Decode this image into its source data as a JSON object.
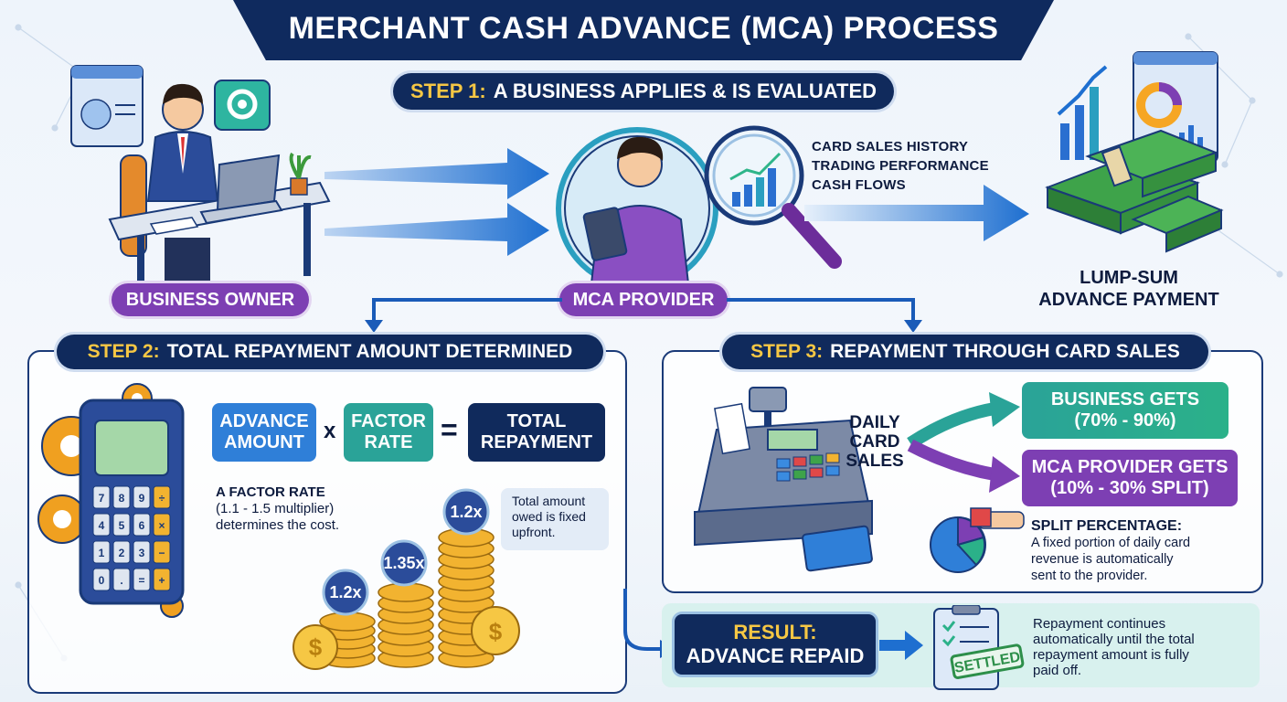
{
  "title": "MERCHANT CASH ADVANCE (MCA) PROCESS",
  "step1": {
    "label": "STEP 1:",
    "text": "A BUSINESS APPLIES & IS EVALUATED",
    "evaluation_items": [
      "CARD SALES HISTORY",
      "TRADING PERFORMANCE",
      "CASH FLOWS"
    ],
    "business_owner": "BUSINESS OWNER",
    "mca_provider": "MCA PROVIDER",
    "outcome_line1": "LUMP-SUM",
    "outcome_line2": "ADVANCE PAYMENT"
  },
  "step2": {
    "label": "STEP 2:",
    "text": "TOTAL REPAYMENT AMOUNT DETERMINED",
    "formula": {
      "term1_line1": "ADVANCE",
      "term1_line2": "AMOUNT",
      "op1": "x",
      "term2_line1": "FACTOR",
      "term2_line2": "RATE",
      "op2": "=",
      "result_line1": "TOTAL",
      "result_line2": "REPAYMENT"
    },
    "factor_note": [
      "A FACTOR RATE",
      "(1.1 - 1.5 multiplier)",
      "determines the cost."
    ],
    "fixed_note": [
      "Total amount",
      "owed is fixed",
      "upfront."
    ],
    "coin_stacks": [
      {
        "label": "1.2x"
      },
      {
        "label": "1.35x"
      },
      {
        "label": "1.2x"
      }
    ],
    "calculator_keys": [
      "7",
      "8",
      "9",
      "÷",
      "4",
      "5",
      "6",
      "×",
      "1",
      "2",
      "3",
      "−",
      "0",
      ".",
      "=",
      "+"
    ]
  },
  "step3": {
    "label": "STEP 3:",
    "text": "REPAYMENT THROUGH CARD SALES",
    "source_line1": "DAILY",
    "source_line2": "CARD",
    "source_line3": "SALES",
    "business_gets_line1": "BUSINESS GETS",
    "business_gets_line2": "(70% - 90%)",
    "provider_gets_line1": "MCA PROVIDER GETS",
    "provider_gets_line2": "(10% - 30% SPLIT)",
    "split_title": "SPLIT PERCENTAGE:",
    "split_desc": [
      "A fixed portion of daily card",
      "revenue is automatically",
      "sent to the provider."
    ]
  },
  "result": {
    "label": "RESULT:",
    "text": "ADVANCE REPAID",
    "stamp": "SETTLED",
    "desc": [
      "Repayment continues",
      "automatically until the total",
      "repayment amount is fully",
      "paid off."
    ]
  },
  "colors": {
    "navy": "#0f2a5e",
    "gold": "#f6c744",
    "purple": "#7d3fb3",
    "blue_box": "#2f7fd8",
    "teal_box": "#2aa398",
    "green_box": "#2bb189",
    "purple_box": "#7d3fb3"
  }
}
